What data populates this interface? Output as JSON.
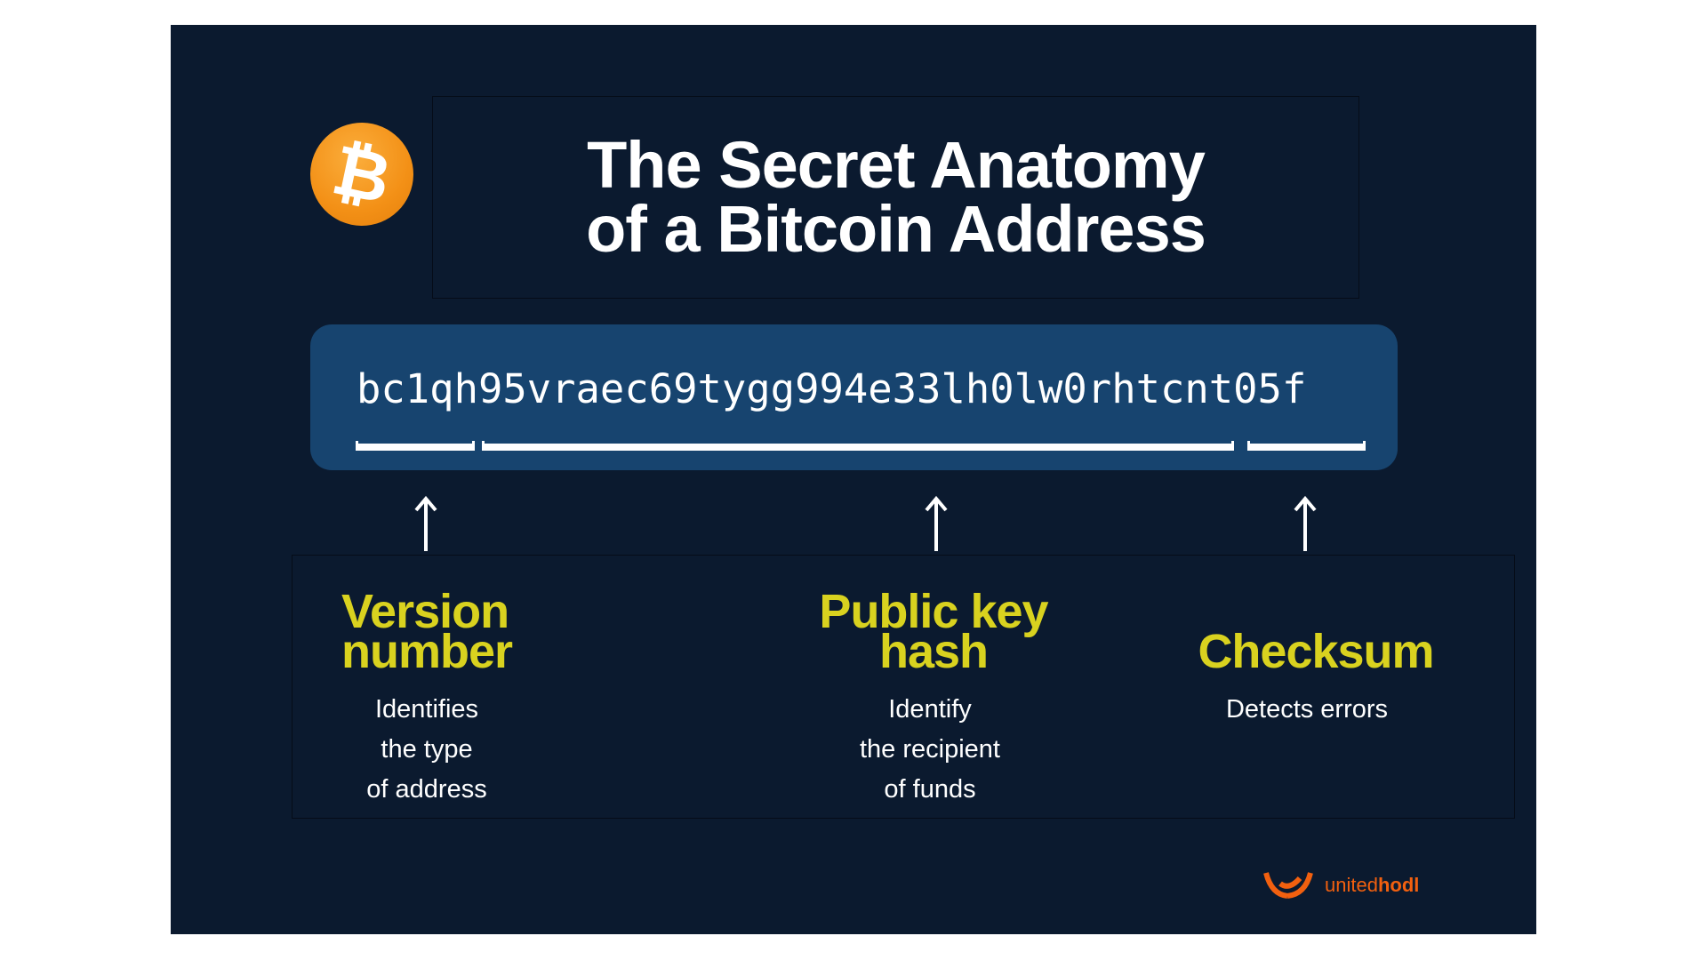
{
  "title": {
    "line1": "The Secret Anatomy",
    "line2": "of a Bitcoin Address"
  },
  "coin_symbol": "₿",
  "address": "bc1qh95vraec69tygg994e33lh0lw0rhtcnt05f",
  "sections": [
    {
      "heading": [
        "Version",
        "number"
      ],
      "desc": [
        "Identifies",
        "the type",
        "of address"
      ]
    },
    {
      "heading": [
        "Public key",
        "hash"
      ],
      "desc": [
        "Identify",
        "the recipient",
        "of funds"
      ]
    },
    {
      "heading": [
        "Checksum"
      ],
      "desc": [
        "Detects errors"
      ]
    }
  ],
  "brand": {
    "part1": "united",
    "part2": "hodl"
  },
  "colors": {
    "background": "#0b1a2f",
    "address_box": "#17446f",
    "heading": "#d9d21f",
    "brand": "#f2600f",
    "coin": "#f39016"
  }
}
